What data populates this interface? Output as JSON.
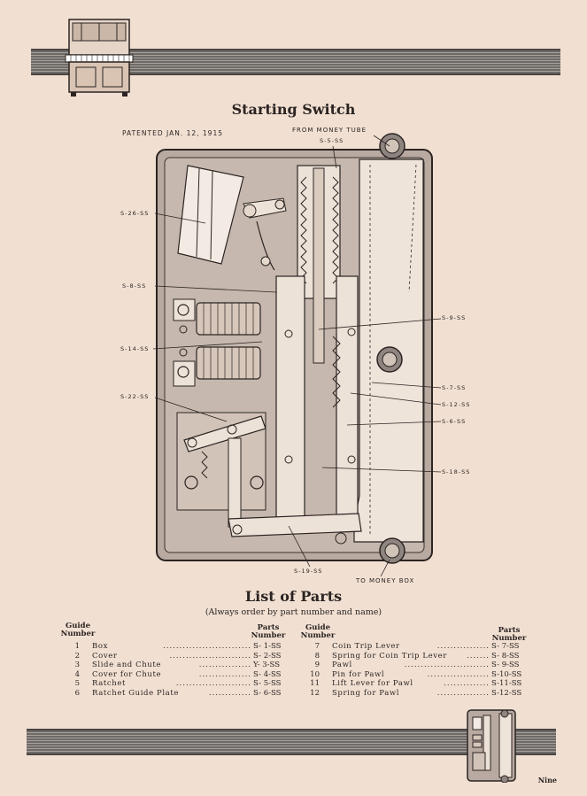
{
  "title": "Starting Switch",
  "patent": "PATENTED JAN. 12, 1915",
  "labels": {
    "from_money_tube": "FROM MONEY TUBE",
    "to_money_box": "TO MONEY BOX",
    "s5": "S-5-SS",
    "s26": "S-26-SS",
    "s8": "S-8-SS",
    "s9": "S-9-SS",
    "s14": "S-14-SS",
    "s7": "S-7-SS",
    "s22": "S-22-SS",
    "s12": "S-12-SS",
    "s6": "S-6-SS",
    "s18": "S-18-SS",
    "s19": "S-19-SS"
  },
  "parts": {
    "title": "List of Parts",
    "subtitle": "(Always order by part number and name)",
    "guide_header": "Guide\nNumber",
    "parts_header": "Parts\nNumber",
    "left": [
      {
        "n": "1",
        "name": "Box",
        "part": "S- 1-SS"
      },
      {
        "n": "2",
        "name": "Cover",
        "part": "S- 2-SS"
      },
      {
        "n": "3",
        "name": "Slide and Chute",
        "part": "Y- 3-SS"
      },
      {
        "n": "4",
        "name": "Cover for Chute",
        "part": "S- 4-SS"
      },
      {
        "n": "5",
        "name": "Ratchet",
        "part": "S- 5-SS"
      },
      {
        "n": "6",
        "name": "Ratchet Guide Plate",
        "part": "S- 6-SS"
      }
    ],
    "right": [
      {
        "n": "7",
        "name": "Coin Trip Lever",
        "part": "S- 7-SS"
      },
      {
        "n": "8",
        "name": "Spring for Coin Trip Lever",
        "part": "S- 8-SS"
      },
      {
        "n": "9",
        "name": "Pawl",
        "part": "S- 9-SS"
      },
      {
        "n": "10",
        "name": "Pin for Pawl",
        "part": "S-10-SS"
      },
      {
        "n": "11",
        "name": "Lift Lever for Pawl",
        "part": "S-11-SS"
      },
      {
        "n": "12",
        "name": "Spring for Pawl",
        "part": "S-12-SS"
      }
    ]
  },
  "page_number": "Nine"
}
